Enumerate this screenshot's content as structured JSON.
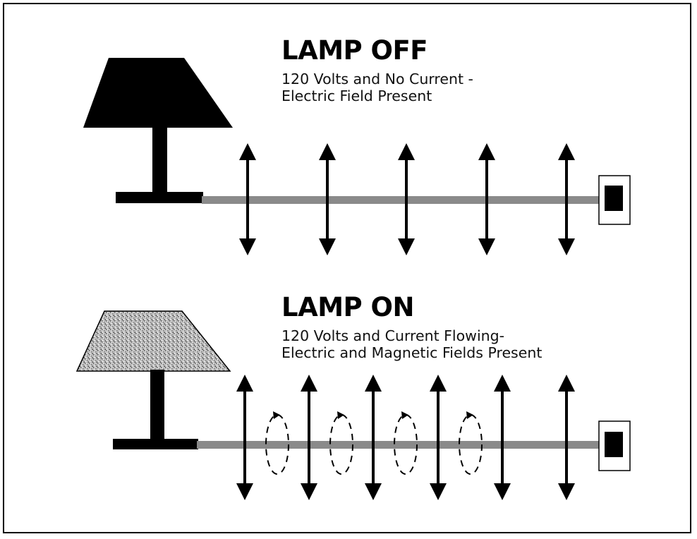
{
  "panels": [
    {
      "id": "lamp-off",
      "title": "LAMP OFF",
      "description_lines": [
        "120 Volts and No Current -",
        "Electric Field Present"
      ],
      "lamp_shade": "solid",
      "electric_field_arrows": 5,
      "magnetic_field_loops": 0
    },
    {
      "id": "lamp-on",
      "title": "LAMP ON",
      "description_lines": [
        "120 Volts and Current Flowing-",
        "Electric and Magnetic Fields Present"
      ],
      "lamp_shade": "speckled",
      "electric_field_arrows": 6,
      "magnetic_field_loops": 4
    }
  ],
  "colors": {
    "shade_off": "#000000",
    "shade_on": "#b5b5b5",
    "wire": "#8a8a8a",
    "ink": "#000000"
  }
}
